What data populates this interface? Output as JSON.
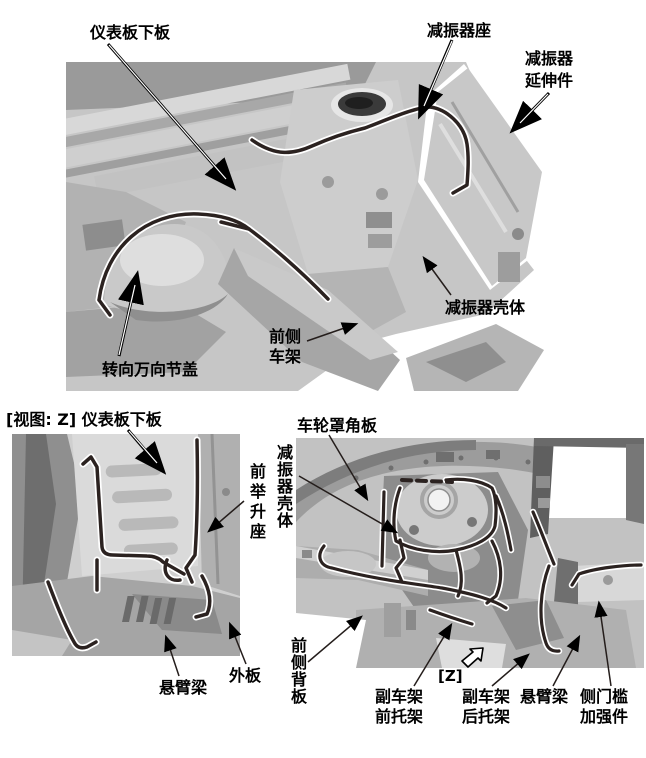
{
  "colors": {
    "outline": "#2b2220",
    "text": "#000000",
    "metal_light": "#d6d6d6",
    "metal_mid": "#b8b8b8",
    "metal_dark": "#8e8e8e"
  },
  "top_view": {
    "labels": {
      "dash_lower_panel": "仪表板下板",
      "damper_base": "减振器座",
      "damper_extension": "减振器\n延伸件",
      "damper_housing": "减振器壳体",
      "front_side_frame": "前侧\n车架",
      "steering_joint_cover": "转向万向节盖"
    }
  },
  "detail_view_z": {
    "header": "[视图: Z]  仪表板下板",
    "labels": {
      "front_jack_up_point": "前举升座",
      "outrigger": "悬臂梁",
      "outer_panel": "外板"
    }
  },
  "rear_view": {
    "labels": {
      "wheelhouse_gusset": "车轮罩角板",
      "damper_housing": "减振器壳体",
      "front_side_back_plate": "前侧背板",
      "z_marker": "[Z]",
      "subframe_front_bracket": "副车架\n前托架",
      "subframe_rear_bracket": "副车架\n后托架",
      "outrigger": "悬臂梁",
      "side_sill_reinforcement": "侧门槛\n加强件"
    }
  }
}
